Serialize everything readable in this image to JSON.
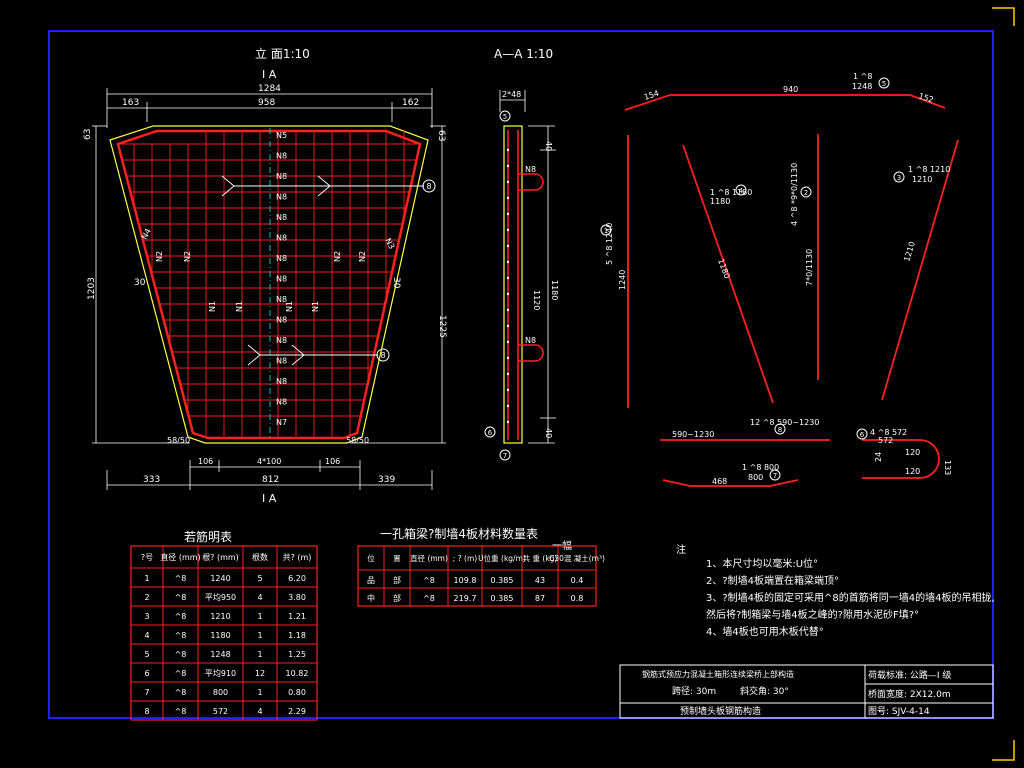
{
  "elevation": {
    "title": "立  面1:10",
    "section_mark_top": "I A",
    "section_mark_bottom": "I A",
    "dims_top": [
      "1284",
      "163",
      "958",
      "162"
    ],
    "dims_left": [
      "1203"
    ],
    "dims_right": [
      "1225"
    ],
    "dims_bottom": [
      "333",
      "812",
      "339",
      "106",
      "4*100",
      "106"
    ],
    "corner_labels": [
      "58/50",
      "58/50"
    ],
    "side_numbers": [
      "63",
      "63",
      "30",
      "30"
    ],
    "bar_labels_center": [
      "N5",
      "N8",
      "N8",
      "N8",
      "N8",
      "N8",
      "N8",
      "N8",
      "N8",
      "N8",
      "N8",
      "N8",
      "N8",
      "N8",
      "N7"
    ],
    "bar_labels_side": [
      "N4",
      "N3",
      "N2",
      "N2",
      "N2",
      "N2",
      "N1",
      "N1",
      "N1",
      "N1"
    ],
    "callouts": [
      "8",
      "8"
    ]
  },
  "section": {
    "title": "A—A 1:10",
    "dims": [
      "2*48",
      "40",
      "1180",
      "1120",
      "40"
    ],
    "labels": [
      "N8",
      "N8"
    ],
    "callouts": [
      "5",
      "6",
      "7"
    ]
  },
  "bars": {
    "top_bar": {
      "label": "1248",
      "spec": "1 ^8",
      "dims": [
        "154",
        "940",
        "152"
      ],
      "callout": "5"
    },
    "left_vert": {
      "label": "1240",
      "spec": "5 ^8 1240",
      "callout": "1"
    },
    "diag1": {
      "label": "1180",
      "spec": "1 ^8 1180",
      "length": "1180",
      "callout": "4"
    },
    "diag2": {
      "label": "7*0/1130",
      "spec": "4 ^8 *9*0/1130",
      "callout": "2"
    },
    "right": {
      "label": "1210",
      "spec": "1 ^8 1210",
      "length": "1210",
      "callout": "3"
    },
    "horiz_bar": {
      "label": "590~1230",
      "spec": "12 ^8 590~1230",
      "callout": "8"
    },
    "lower_bar": {
      "label": "800",
      "spec": "1 ^8 800",
      "dim": "468",
      "callout": "7"
    },
    "hook": {
      "label": "572",
      "spec": "4 ^8 572",
      "dims": [
        "120",
        "120",
        "133",
        "24"
      ],
      "callout": "6"
    }
  },
  "rebar_table": {
    "title": "若筋明表",
    "headers": [
      "?号",
      "直径 (mm)",
      "根? (mm)",
      "根数",
      "共? (m)"
    ],
    "rows": [
      [
        "1",
        "^8",
        "1240",
        "5",
        "6.20"
      ],
      [
        "2",
        "^8",
        "平均950",
        "4",
        "3.80"
      ],
      [
        "3",
        "^8",
        "1210",
        "1",
        "1.21"
      ],
      [
        "4",
        "^8",
        "1180",
        "1",
        "1.18"
      ],
      [
        "5",
        "^8",
        "1248",
        "1",
        "1.25"
      ],
      [
        "6",
        "^8",
        "平均910",
        "12",
        "10.82"
      ],
      [
        "7",
        "^8",
        "800",
        "1",
        "0.80"
      ],
      [
        "8",
        "^8",
        "572",
        "4",
        "2.29"
      ]
    ]
  },
  "material_table": {
    "title": "一孔箱梁?制墙4板材料数量表",
    "title_suffix": "一幅",
    "headers": [
      "位",
      "置",
      "直径 (mm)",
      "; ? (m)",
      "U位重 (kg/m)",
      "共 重 (kg)",
      "C30混 凝土(m³)"
    ],
    "rows": [
      [
        "品",
        "部",
        "^8",
        "109.8",
        "0.385",
        "43",
        "0.4"
      ],
      [
        "中",
        "部",
        "^8",
        "219.7",
        "0.385",
        "87",
        "0.8"
      ]
    ]
  },
  "notes": {
    "heading": "注",
    "items": [
      "1、本尺寸均以毫米:U位°",
      "2、?制墙4板端置在箱梁端顶°",
      "3、?制墙4板的固定可采用^8的首筋将同一墙4的墙4板的吊相拢,",
      "然后将?制箱梁与墙4板之峰的?隙用水泥砂F填?°",
      "4、墙4板也可用木板代替°"
    ]
  },
  "title_block": {
    "project": "钢筋式预应力混凝土箱形连续梁桥上部构造",
    "span": "跨径: 30m",
    "skew": "斜交角: 30°",
    "load": "荷载标准: 公路—I 级",
    "width": "桥面宽度: 2X12.0m",
    "drawing": "预制墙头板钢筋构造",
    "number": "图号: SJV-4-14"
  }
}
